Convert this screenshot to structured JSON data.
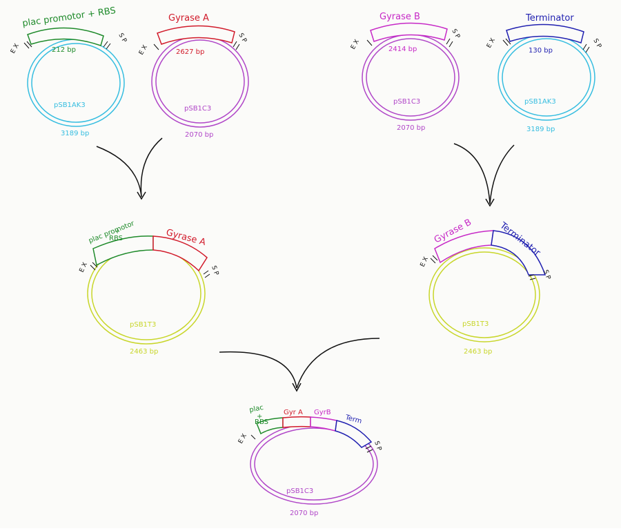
{
  "plasmids": {
    "p1": {
      "insert": "plac promotor + RBS",
      "insert_bp": "212 bp",
      "backbone": "pSB1AK3",
      "backbone_bp": "3189 bp",
      "left_sites": "E X",
      "right_sites": "S P"
    },
    "p2": {
      "insert": "Gyrase A",
      "insert_bp": "2627 bp",
      "backbone": "pSB1C3",
      "backbone_bp": "2070 bp",
      "left_sites": "E X",
      "right_sites": "S P"
    },
    "p3": {
      "insert": "Gyrase B",
      "insert_bp": "2414 bp",
      "backbone": "pSB1C3",
      "backbone_bp": "2070 bp",
      "left_sites": "E X",
      "right_sites": "S P"
    },
    "p4": {
      "insert": "Terminator",
      "insert_bp": "130 bp",
      "backbone": "pSB1AK3",
      "backbone_bp": "3189 bp",
      "left_sites": "E X",
      "right_sites": "S P"
    },
    "p5": {
      "insert1_line1": "plac promotor",
      "insert1_line2": "+",
      "insert1_line3": "RBS",
      "insert2": "Gyrase A",
      "backbone": "pSB1T3",
      "backbone_bp": "2463 bp",
      "left_sites": "E X",
      "right_sites": "S P"
    },
    "p6": {
      "insert1": "Gyrase B",
      "insert2": "Terminator",
      "backbone": "pSB1T3",
      "backbone_bp": "2463 bp",
      "left_sites": "E X",
      "right_sites": "S P"
    },
    "p7": {
      "seg1_line1": "plac",
      "seg1_line2": "+",
      "seg1_line3": "RBS",
      "seg2": "Gyr A",
      "seg3": "GyrB",
      "seg4": "Term",
      "backbone": "pSB1C3",
      "backbone_bp": "2070 bp",
      "left_sites": "E X",
      "right_sites": "S P"
    }
  },
  "colors": {
    "plac": "#1e8a2a",
    "gyrase_a": "#d11a2a",
    "gyrase_b": "#c628c6",
    "terminator": "#1f1fb0",
    "pSB1AK3": "#35bde0",
    "pSB1C3": "#b046c8",
    "pSB1T3": "#c8d62a",
    "arrow": "#111111"
  }
}
